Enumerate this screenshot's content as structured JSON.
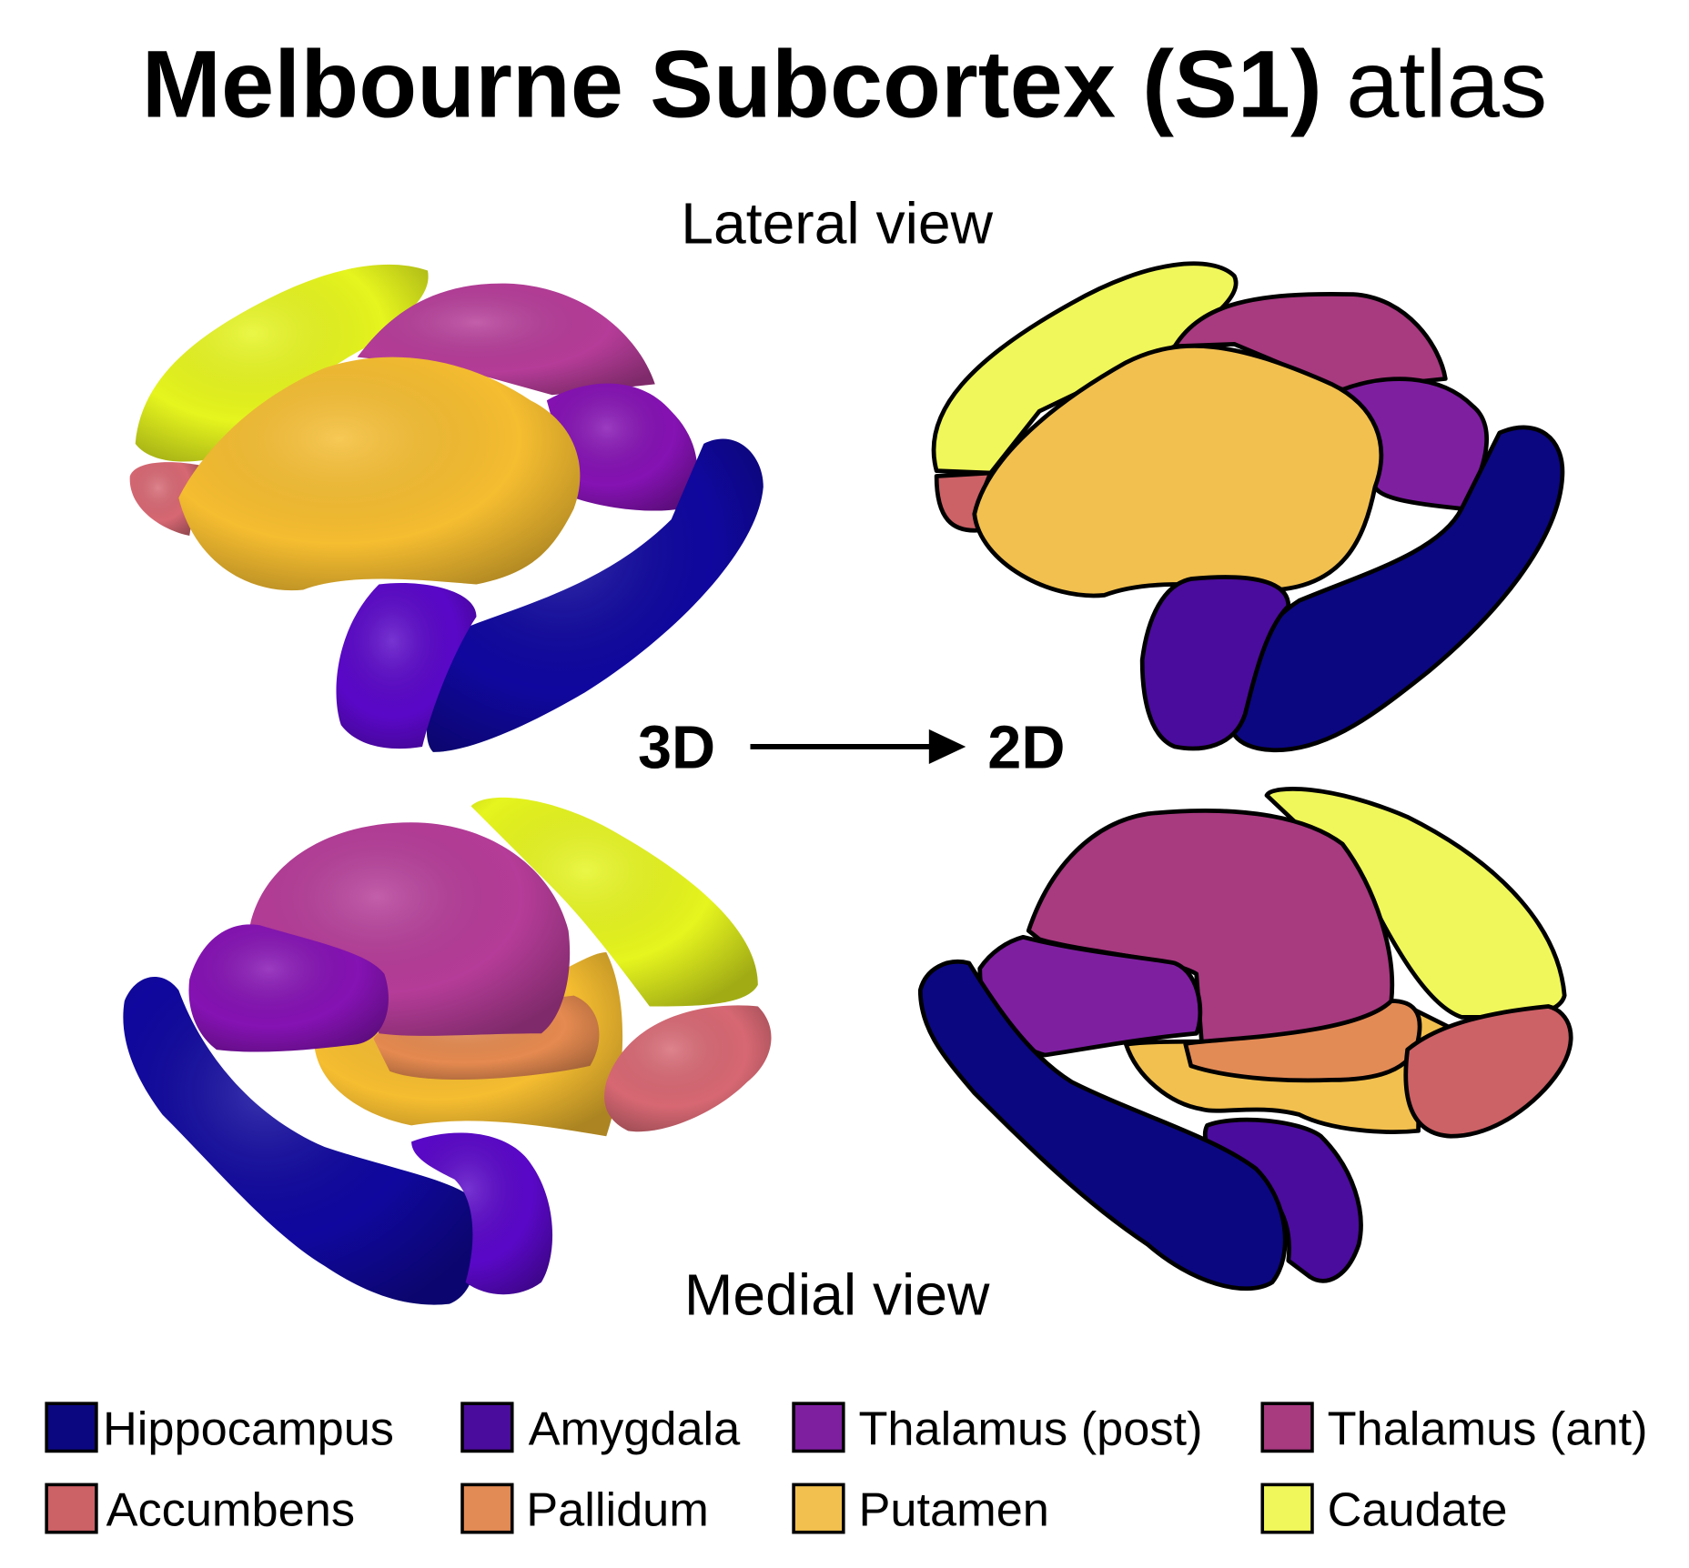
{
  "title": {
    "bold": "Melbourne Subcortex (S1)",
    "normal": "atlas"
  },
  "views": {
    "lateral": "Lateral view",
    "medial": "Medial view"
  },
  "conversion": {
    "from": "3D",
    "to": "2D"
  },
  "colors": {
    "hippocampus": "#0b0780",
    "amygdala": "#4a0c9c",
    "thalamus_post": "#7e1fa0",
    "thalamus_ant": "#a83a80",
    "accumbens": "#cc6166",
    "pallidum": "#e38b55",
    "putamen": "#f2c04f",
    "caudate": "#f0f75a"
  },
  "legend": [
    {
      "label": "Hippocampus",
      "color": "#0b0780"
    },
    {
      "label": "Amygdala",
      "color": "#4a0c9c"
    },
    {
      "label": "Thalamus (post)",
      "color": "#7e1fa0"
    },
    {
      "label": "Thalamus (ant)",
      "color": "#a83a80"
    },
    {
      "label": "Accumbens",
      "color": "#cc6166"
    },
    {
      "label": "Pallidum",
      "color": "#e38b55"
    },
    {
      "label": "Putamen",
      "color": "#f2c04f"
    },
    {
      "label": "Caudate",
      "color": "#f0f75a"
    }
  ]
}
